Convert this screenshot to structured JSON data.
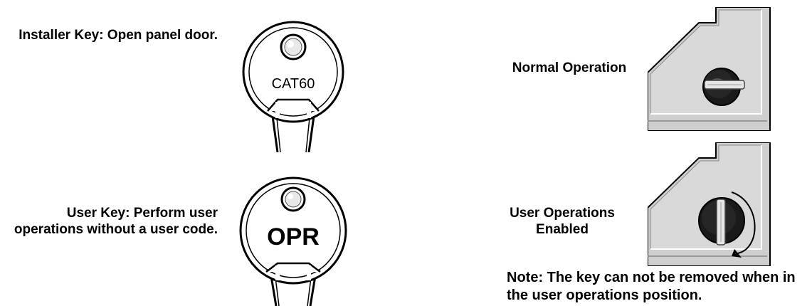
{
  "installer_key": {
    "caption": "Installer Key: Open panel door.",
    "key_label": "CAT60"
  },
  "user_key": {
    "caption": "User Key: Perform user operations without a user code.",
    "key_label": "OPR"
  },
  "normal_operation": {
    "label": "Normal Operation"
  },
  "user_operations": {
    "label": "User Operations Enabled",
    "note": "Note: The key can not be removed when in the user operations position."
  }
}
